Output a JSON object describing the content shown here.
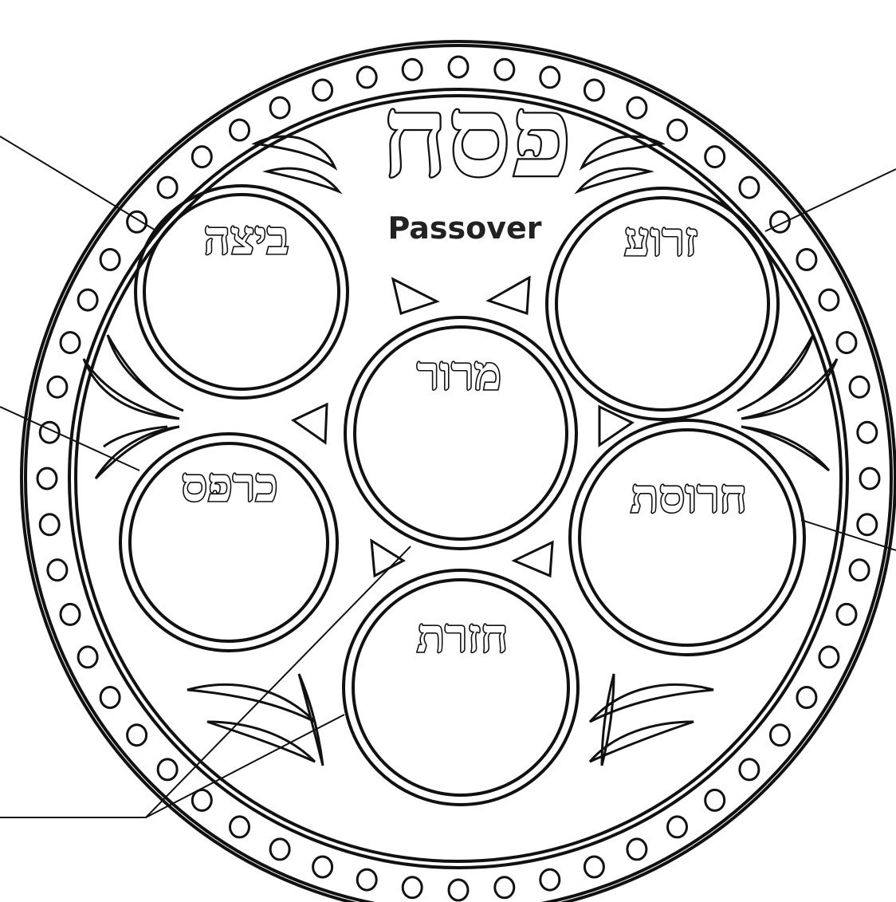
{
  "plate": {
    "hebrew_title": "פסח",
    "english_title": "Passover"
  },
  "dishes": {
    "beitzah": "ביצה",
    "zeroa": "זרוע",
    "maror": "מרור",
    "karpas": "כרפס",
    "charoset": "חרוסת",
    "chazeret": "חזרת"
  },
  "colors": {
    "line": "#111111",
    "fill": "#ffffff"
  }
}
